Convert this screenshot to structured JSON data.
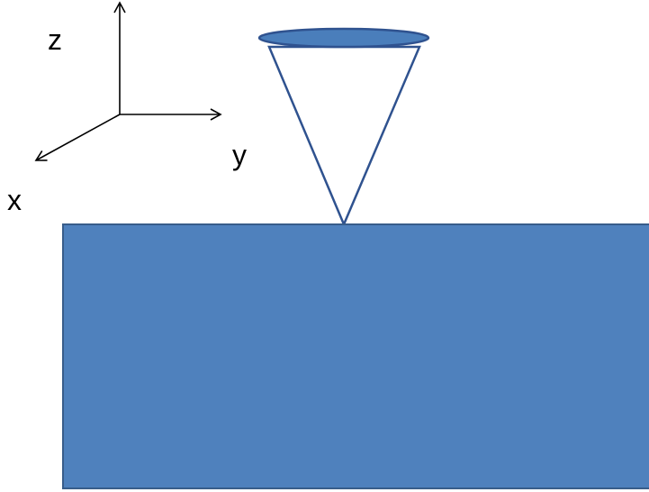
{
  "axes": {
    "z_label": "z",
    "y_label": "y",
    "x_label": "x",
    "color": "#000000"
  },
  "cone": {
    "outline_color": "#2f528f",
    "fill_color": "#ffffff",
    "cap_fill_color": "#4a7ebb",
    "cap_outline_color": "#2f528f"
  },
  "block": {
    "fill_color": "#4f81bd",
    "outline_color": "#385d8a"
  }
}
